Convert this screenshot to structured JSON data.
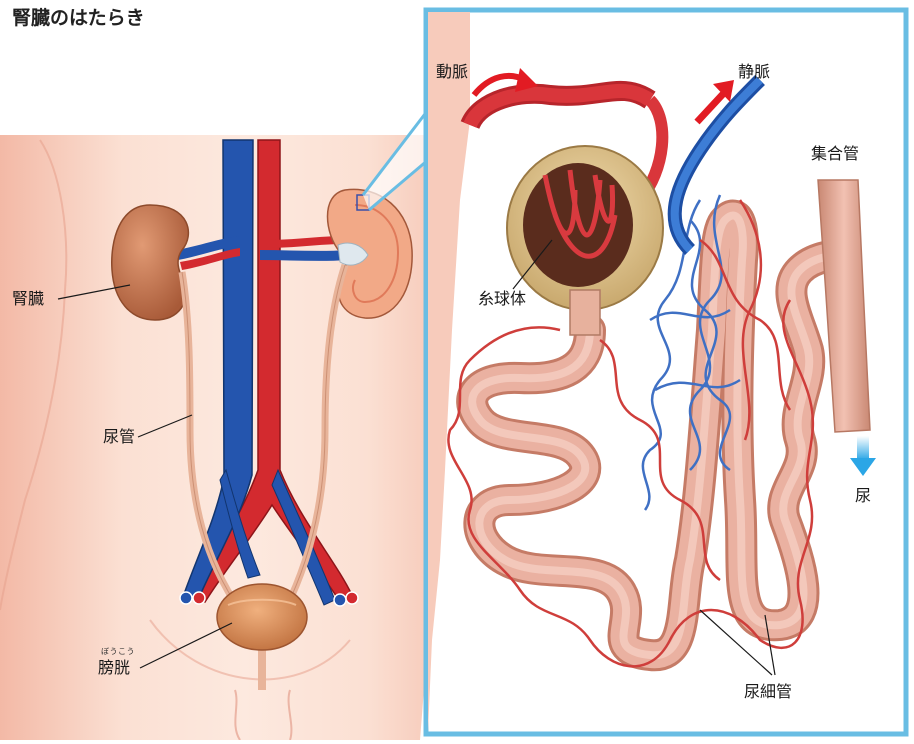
{
  "title": "腎臓のはたらき",
  "labels": {
    "kidney": "腎臓",
    "ureter": "尿管",
    "bladder": "膀胱",
    "bladder_ruby": "ぼうこう",
    "artery": "動脈",
    "vein": "静脈",
    "glomerulus": "糸球体",
    "collecting_duct": "集合管",
    "urine": "尿",
    "renal_tubule": "尿細管"
  },
  "colors": {
    "frame": "#69bde3",
    "artery": "#d9262e",
    "vein": "#1f5fb4",
    "tubule": "#e8aa98",
    "skin": "#f9d7c8",
    "kidney": "#c7764f",
    "arrow_red": "#e21b23",
    "arrow_blue": "#4fb5e8"
  }
}
